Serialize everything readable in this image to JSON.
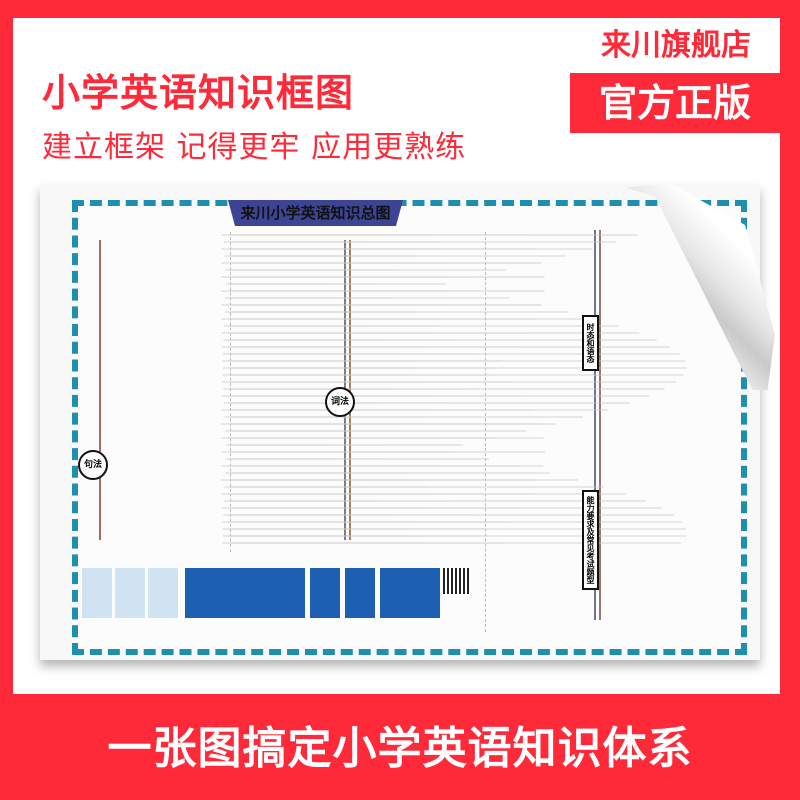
{
  "headline": "小学英语知识框图",
  "subline": "建立框架 记得更牢 应用更熟练",
  "badge": {
    "store": "来川旗舰店",
    "official": "官方正版"
  },
  "poster": {
    "title": "来川小学英语知识总图",
    "nodes": {
      "syntax": "句法",
      "morphology": "词法",
      "tense_voice": "时态和语态",
      "abilities": "能力要求及常见考试题型"
    }
  },
  "bottom_slogan": "一张图搞定小学英语知识体系",
  "colors": {
    "brand_red": "#fe2a39",
    "ribbon": "#3d4494",
    "border": "#1f8fb0"
  }
}
